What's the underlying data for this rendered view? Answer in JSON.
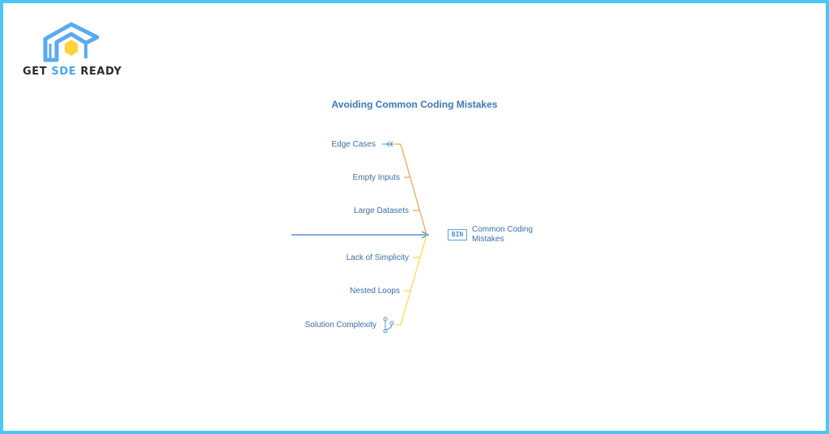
{
  "logo": {
    "word1": "GET",
    "word2": "SDE",
    "word3": "READY",
    "colors": {
      "outline": "#5aaaf0",
      "hexagon": "#ffd43b",
      "text": "#2b2b2b",
      "accent": "#4aa6e8"
    }
  },
  "diagram": {
    "title": "Avoiding Common Coding Mistakes",
    "head": {
      "icon": "binary-icon",
      "icon_text": "BIN",
      "label": "Common Coding Mistakes"
    },
    "upper_branch": {
      "color": "#f0a04b",
      "items": [
        {
          "label": "Edge Cases",
          "icon": "double-arrow-icon"
        },
        {
          "label": "Empty Inputs"
        },
        {
          "label": "Large Datasets"
        }
      ]
    },
    "lower_branch": {
      "color": "#f5d94a",
      "items": [
        {
          "label": "Lack of Simplicity"
        },
        {
          "label": "Nested Loops"
        },
        {
          "label": "Solution Complexity",
          "icon": "git-branch-icon"
        }
      ]
    },
    "spine_color": "#3a78c0",
    "border_color": "#4ec6f5"
  }
}
